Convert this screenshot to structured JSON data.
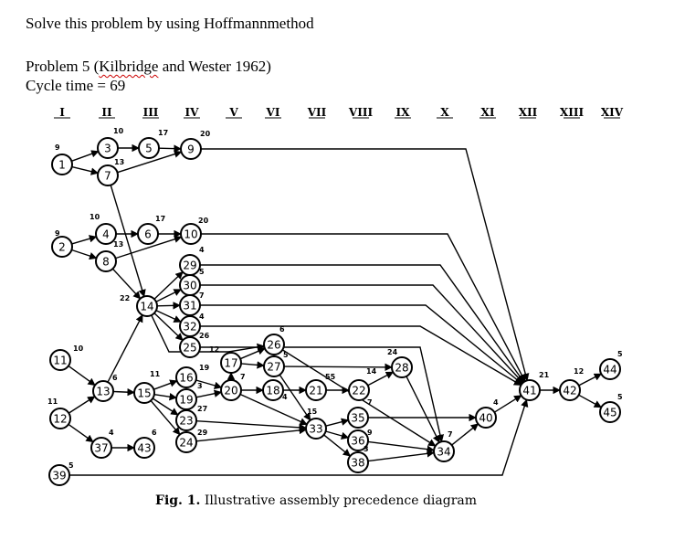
{
  "header": {
    "title": "Solve this problem by using Hoffmannmethod",
    "problem_prefix": "Problem 5 (",
    "problem_authors": "Kilbridge",
    "problem_suffix": " and Wester 1962)",
    "cycle_time": "Cycle time = 69"
  },
  "diagram": {
    "columns": [
      "I",
      "II",
      "III",
      "IV",
      "V",
      "VI",
      "VII",
      "VIII",
      "IX",
      "X",
      "XI",
      "XII",
      "XIII",
      "XIV"
    ],
    "nodes": [
      {
        "id": "1",
        "time": "9"
      },
      {
        "id": "3",
        "time": "10"
      },
      {
        "id": "5",
        "time": "17"
      },
      {
        "id": "9",
        "time": "20"
      },
      {
        "id": "7",
        "time": "13"
      },
      {
        "id": "2",
        "time": "9"
      },
      {
        "id": "4",
        "time": "10"
      },
      {
        "id": "6",
        "time": "17"
      },
      {
        "id": "10",
        "time": "20"
      },
      {
        "id": "8",
        "time": "13"
      },
      {
        "id": "14",
        "time": "22"
      },
      {
        "id": "29",
        "time": "4"
      },
      {
        "id": "30",
        "time": "5"
      },
      {
        "id": "31",
        "time": "7"
      },
      {
        "id": "32",
        "time": "4"
      },
      {
        "id": "25",
        "time": "26"
      },
      {
        "id": "11",
        "time": "10"
      },
      {
        "id": "13",
        "time": "6"
      },
      {
        "id": "12",
        "time": "11"
      },
      {
        "id": "15",
        "time": "11"
      },
      {
        "id": "16",
        "time": "19"
      },
      {
        "id": "19",
        "time": "3"
      },
      {
        "id": "20",
        "time": "7"
      },
      {
        "id": "23",
        "time": "27"
      },
      {
        "id": "24",
        "time": "29"
      },
      {
        "id": "37",
        "time": "4"
      },
      {
        "id": "43",
        "time": "6"
      },
      {
        "id": "17",
        "time": "12"
      },
      {
        "id": "26",
        "time": "6"
      },
      {
        "id": "27",
        "time": "5"
      },
      {
        "id": "18",
        "time": "4"
      },
      {
        "id": "21",
        "time": "55"
      },
      {
        "id": "22",
        "time": "14"
      },
      {
        "id": "28",
        "time": "24"
      },
      {
        "id": "33",
        "time": "15"
      },
      {
        "id": "35",
        "time": "7"
      },
      {
        "id": "36",
        "time": "9"
      },
      {
        "id": "38",
        "time": "3"
      },
      {
        "id": "34",
        "time": "7"
      },
      {
        "id": "40",
        "time": "4"
      },
      {
        "id": "41",
        "time": "21"
      },
      {
        "id": "42",
        "time": "12"
      },
      {
        "id": "44",
        "time": "5"
      },
      {
        "id": "45",
        "time": "5"
      },
      {
        "id": "39",
        "time": "5"
      }
    ],
    "edges": [
      [
        "1",
        "3"
      ],
      [
        "1",
        "7"
      ],
      [
        "3",
        "5"
      ],
      [
        "5",
        "9"
      ],
      [
        "7",
        "9"
      ],
      [
        "7",
        "14"
      ],
      [
        "9",
        "41"
      ],
      [
        "2",
        "4"
      ],
      [
        "2",
        "8"
      ],
      [
        "4",
        "6"
      ],
      [
        "6",
        "10"
      ],
      [
        "8",
        "10"
      ],
      [
        "8",
        "14"
      ],
      [
        "10",
        "41"
      ],
      [
        "14",
        "29"
      ],
      [
        "14",
        "30"
      ],
      [
        "14",
        "31"
      ],
      [
        "14",
        "32"
      ],
      [
        "14",
        "25"
      ],
      [
        "14",
        "26"
      ],
      [
        "29",
        "41"
      ],
      [
        "30",
        "41"
      ],
      [
        "31",
        "41"
      ],
      [
        "32",
        "41"
      ],
      [
        "25",
        "34"
      ],
      [
        "11",
        "13"
      ],
      [
        "12",
        "13"
      ],
      [
        "12",
        "37"
      ],
      [
        "37",
        "43"
      ],
      [
        "13",
        "14"
      ],
      [
        "13",
        "15"
      ],
      [
        "15",
        "16"
      ],
      [
        "15",
        "19"
      ],
      [
        "15",
        "23"
      ],
      [
        "15",
        "24"
      ],
      [
        "16",
        "20"
      ],
      [
        "19",
        "20"
      ],
      [
        "20",
        "17"
      ],
      [
        "20",
        "18"
      ],
      [
        "20",
        "33"
      ],
      [
        "23",
        "33"
      ],
      [
        "24",
        "33"
      ],
      [
        "17",
        "26"
      ],
      [
        "17",
        "27"
      ],
      [
        "26",
        "34"
      ],
      [
        "27",
        "28"
      ],
      [
        "27",
        "33"
      ],
      [
        "18",
        "21"
      ],
      [
        "21",
        "22"
      ],
      [
        "22",
        "28"
      ],
      [
        "28",
        "34"
      ],
      [
        "33",
        "35"
      ],
      [
        "33",
        "36"
      ],
      [
        "33",
        "38"
      ],
      [
        "35",
        "40"
      ],
      [
        "36",
        "34"
      ],
      [
        "38",
        "34"
      ],
      [
        "34",
        "40"
      ],
      [
        "40",
        "41"
      ],
      [
        "39",
        "41"
      ],
      [
        "41",
        "42"
      ],
      [
        "42",
        "44"
      ],
      [
        "42",
        "45"
      ]
    ]
  },
  "caption": {
    "label": "Fig. 1.",
    "text": " Illustrative assembly precedence diagram"
  }
}
